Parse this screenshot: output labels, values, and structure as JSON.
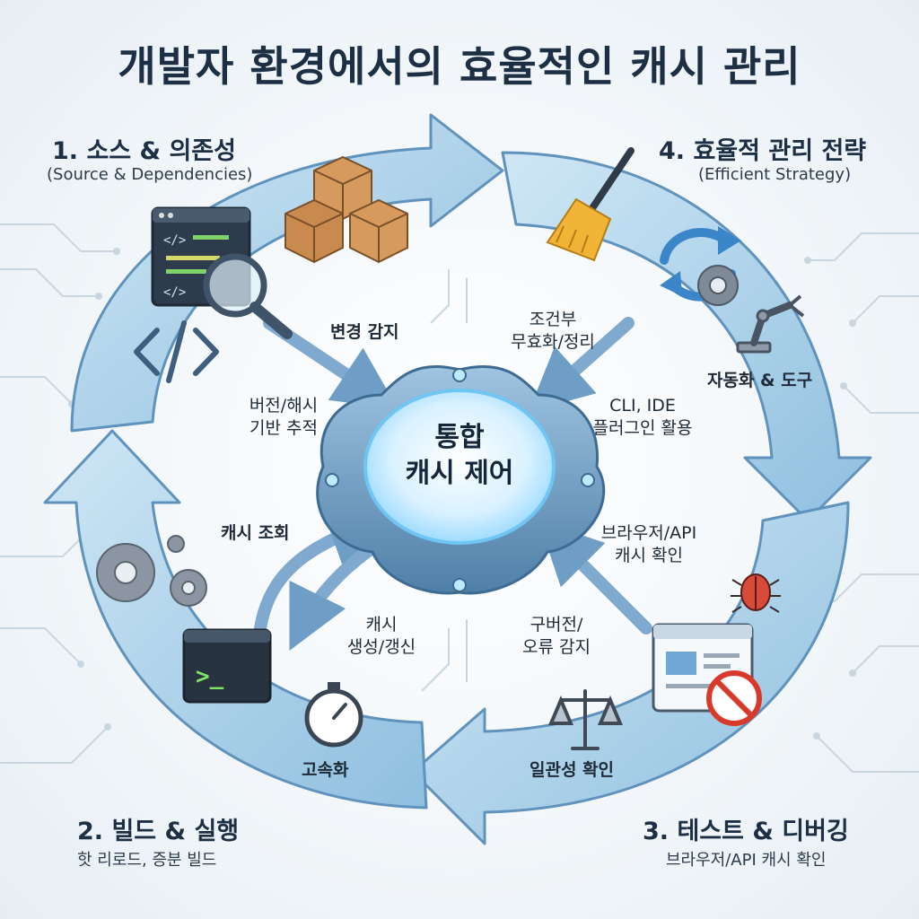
{
  "title": "개발자 환경에서의 효율적인 캐시 관리",
  "stages": {
    "s1": {
      "title": "1. 소스 & 의존성",
      "subtitle": "(Source & Dependencies)"
    },
    "s2": {
      "title": "2. 빌드 & 실행",
      "subtitle": "핫 리로드, 증분 빌드"
    },
    "s3": {
      "title": "3. 테스트 & 디버깅",
      "subtitle": "브라우저/API 캐시 확인"
    },
    "s4": {
      "title": "4. 효율적 관리 전략",
      "subtitle": "(Efficient Strategy)"
    }
  },
  "hub": {
    "line1": "통합",
    "line2": "캐시 제어"
  },
  "flow_labels": {
    "change_detect": "변경 감지",
    "version_hash_1": "버전/해시",
    "version_hash_2": "기반 추적",
    "conditional_1": "조건부",
    "conditional_2": "무효화/정리",
    "cli_ide_1": "CLI, IDE",
    "cli_ide_2": "플러그인 활용",
    "cache_lookup": "캐시 조회",
    "cache_gen_1": "캐시",
    "cache_gen_2": "생성/갱신",
    "browser_api_1": "브라우저/API",
    "browser_api_2": "캐시 확인",
    "stale_1": "구버전/",
    "stale_2": "오류 감지"
  },
  "ring_labels": {
    "speedup": "고속화",
    "automation": "자동화 & 도구",
    "consistency": "일관성 확인"
  },
  "icons": {
    "code": "code-window-icon",
    "magnifier": "magnifier-icon",
    "boxes": "package-boxes-icon",
    "code_brackets": "code-brackets-icon",
    "broom": "broom-icon",
    "refresh": "refresh-cycle-icon",
    "gear": "gear-icon",
    "robot_arm": "robot-arm-icon",
    "terminal": "terminal-icon",
    "stopwatch": "stopwatch-icon",
    "bug": "bug-icon",
    "browser_no_bug": "browser-no-bug-icon",
    "scale": "balance-scale-icon"
  },
  "colors": {
    "ring_fill": "#a9d3ea",
    "ring_stroke": "#5f93bd",
    "hub_glow": "#8fd6ff",
    "title": "#1d2f44",
    "bug_red": "#d84a3a",
    "box_brown": "#c98a4e"
  }
}
